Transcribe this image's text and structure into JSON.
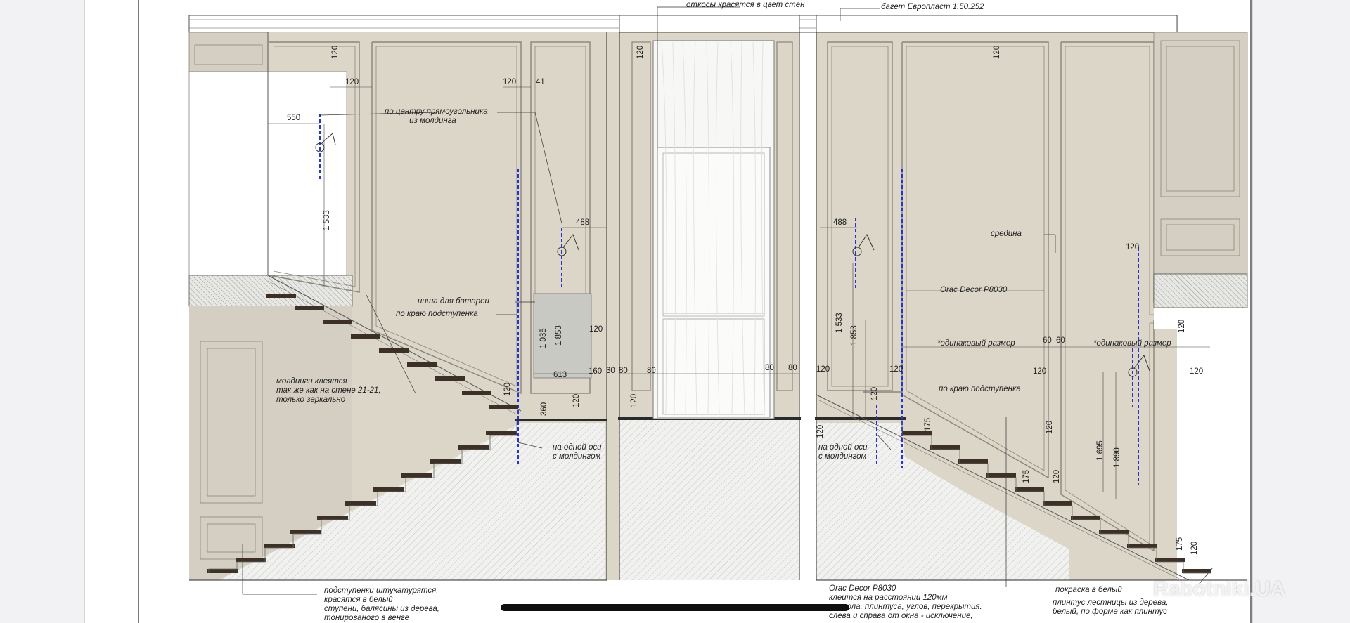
{
  "notes": {
    "otkosy": "откосы красятся в цвет стен",
    "baget": "багет Европласт 1.50.252",
    "center_rect": "по центру прямоугольника\n           из молдинга",
    "niche": "ниша для батареи",
    "riser_edge_left": "по краю подступенка",
    "moldings_mirror": "молдинги клеятся\nтак же как на стене 21-21,\nтолько зеркально",
    "one_axis_left": "на одной оси\nс молдингом",
    "one_axis_right": "на одной оси\nс молдингом",
    "seredina": "средина",
    "orac_center": "Orac Decor P8030",
    "same_size_1": "*одинаковый размер",
    "same_size_2": "*одинаковый размер",
    "riser_edge_right": "по краю подступенка",
    "podstupenki": "подступенки штукатурятся,\nкрасятся в белый\nступени, балясины из дерева,\nтонированого в венге",
    "orac_bottom": "Orac Decor P8030\nклеится на расстоянии 120мм\nот пола, плинтуса, углов, перекрытия.\nслева и справа от окна - исключение,",
    "pokraska": "покраска в белый",
    "plintus": "плинтус лестницы из дерева,\nбелый, по форме как плинтус"
  },
  "dimensions": {
    "d120_a": "120",
    "d120_b": "120",
    "d120_c": "120",
    "d41": "41",
    "d550": "550",
    "d1533_l": "1 533",
    "d488_l": "488",
    "d120_d": "120",
    "d1035": "1 035",
    "d1853_l": "1 853",
    "d613": "613",
    "d160": "160",
    "d30": "30",
    "d120_e": "120",
    "d120_f": "120",
    "d360": "360",
    "d120_win": "120",
    "d80_a": "80",
    "d80_b": "80",
    "d80_c": "80",
    "d80_d": "80",
    "d120_win2": "120",
    "d120_r1": "120",
    "d488_r": "488",
    "d1533_r": "1 533",
    "d1853_r": "1 853",
    "d120_r2": "120",
    "d120_r3": "120",
    "d120_r4": "120",
    "d120_r5": "120",
    "d60_a": "60",
    "d60_b": "60",
    "d120_r6": "120",
    "d120_r7": "120",
    "d175_a": "175",
    "d120_r8": "120",
    "d1695": "1 695",
    "d1890": "1 890",
    "d175_b": "175",
    "d120_r9": "120",
    "d175_c": "175",
    "d120_r10": "120",
    "d120_r11": "120",
    "d120_r12": "120"
  },
  "watermark": "Rabotniki.UA",
  "colors": {
    "wall": "#dcd6c8",
    "stair": "#3d3026",
    "dash_blue": "#2b2fd6",
    "line": "#2a2a2a",
    "niche": "#c9c9c3"
  }
}
